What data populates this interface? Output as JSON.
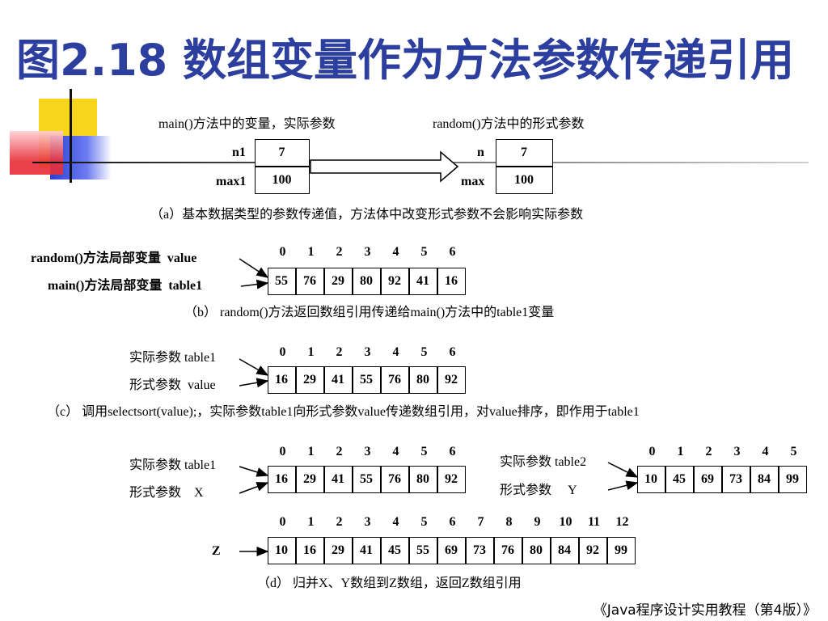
{
  "title": "图2.18 数组变量作为方法参数传递引用",
  "footer": "《Java程序设计实用教程（第4版）》",
  "panel_a": {
    "left_header": "main()方法中的变量，实际参数",
    "right_header": "random()方法中的形式参数",
    "left_vars": [
      {
        "name": "n1",
        "value": "7"
      },
      {
        "name": "max1",
        "value": "100"
      }
    ],
    "right_vars": [
      {
        "name": "n",
        "value": "7"
      },
      {
        "name": "max",
        "value": "100"
      }
    ],
    "caption": "（a）基本数据类型的参数传递值，方法体中改变形式参数不会影响实际参数"
  },
  "panel_b": {
    "label_top": "random()方法局部变量  value",
    "label_bottom": "main()方法局部变量  table1",
    "indices": [
      "0",
      "1",
      "2",
      "3",
      "4",
      "5",
      "6"
    ],
    "values": [
      "55",
      "76",
      "29",
      "80",
      "92",
      "41",
      "16"
    ],
    "caption": "（b） random()方法返回数组引用传递给main()方法中的table1变量"
  },
  "panel_c": {
    "label_top": "实际参数 table1",
    "label_bottom": "形式参数  value",
    "indices": [
      "0",
      "1",
      "2",
      "3",
      "4",
      "5",
      "6"
    ],
    "values": [
      "16",
      "29",
      "41",
      "55",
      "76",
      "80",
      "92"
    ],
    "caption": "（c） 调用selectsort(value);，实际参数table1向形式参数value传递数组引用，对value排序，即作用于table1"
  },
  "panel_d": {
    "x_label_top": "实际参数 table1",
    "x_label_bottom": "形式参数    X",
    "x_indices": [
      "0",
      "1",
      "2",
      "3",
      "4",
      "5",
      "6"
    ],
    "x_values": [
      "16",
      "29",
      "41",
      "55",
      "76",
      "80",
      "92"
    ],
    "y_label_top": "实际参数 table2",
    "y_label_bottom": "形式参数     Y",
    "y_indices": [
      "0",
      "1",
      "2",
      "3",
      "4",
      "5"
    ],
    "y_values": [
      "10",
      "45",
      "69",
      "73",
      "84",
      "99"
    ],
    "z_label": "Z",
    "z_indices": [
      "0",
      "1",
      "2",
      "3",
      "4",
      "5",
      "6",
      "7",
      "8",
      "9",
      "10",
      "11",
      "12"
    ],
    "z_values": [
      "10",
      "16",
      "29",
      "41",
      "45",
      "55",
      "69",
      "73",
      "76",
      "80",
      "84",
      "92",
      "99"
    ],
    "caption": "（d） 归并X、Y数组到Z数组，返回Z数组引用"
  },
  "colors": {
    "title": "#2c3e9e",
    "deco_yellow": "#f7d51d",
    "deco_red": "#e8303a",
    "deco_blue": "#2b3fd6"
  }
}
